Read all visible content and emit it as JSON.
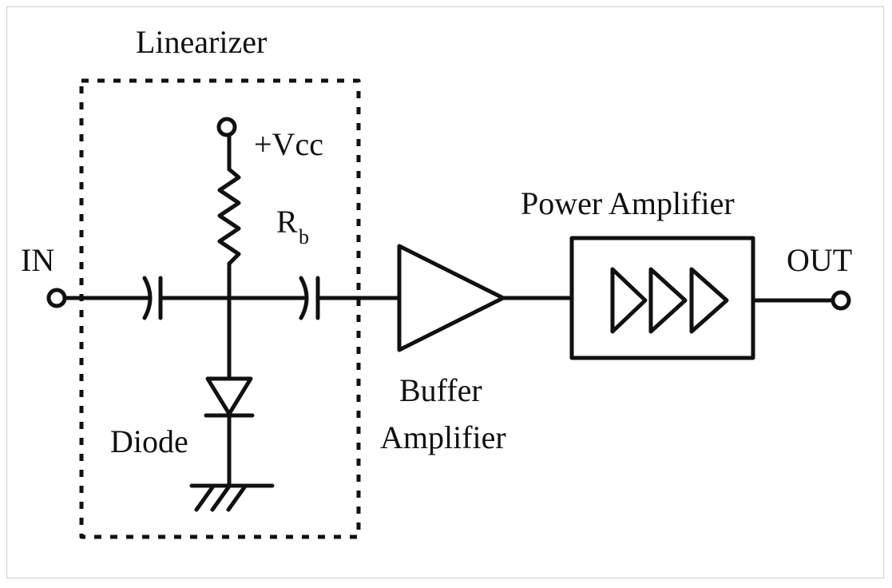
{
  "diagram": {
    "linearizer_label": "Linearizer",
    "vcc_label": "+Vcc",
    "resistor_label": "R",
    "resistor_subscript": "b",
    "input_label": "IN",
    "output_label": "OUT",
    "diode_label": "Diode",
    "buffer_label_line1": "Buffer",
    "buffer_label_line2": "Amplifier",
    "power_amp_label": "Power Amplifier",
    "ink_color": "#111111"
  }
}
